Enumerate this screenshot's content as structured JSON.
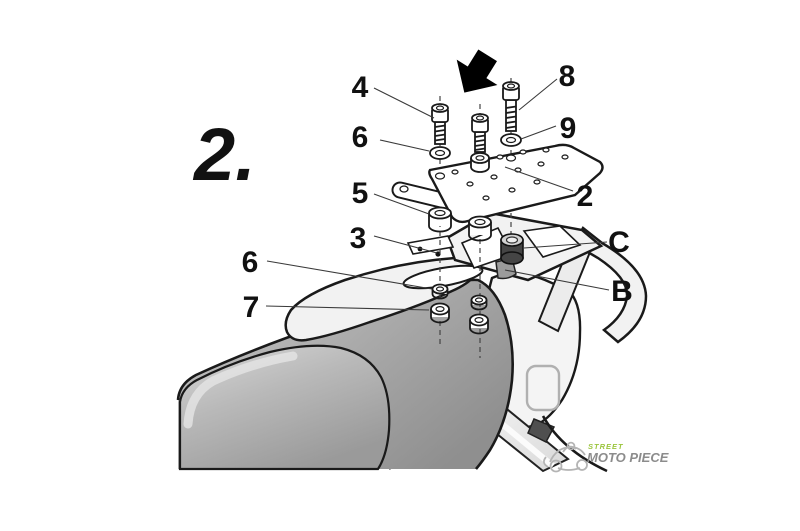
{
  "step_label": "2.",
  "callouts": [
    {
      "id": "part-4",
      "text": "4"
    },
    {
      "id": "part-6-top",
      "text": "6"
    },
    {
      "id": "part-5",
      "text": "5"
    },
    {
      "id": "part-3",
      "text": "3"
    },
    {
      "id": "part-6-seat",
      "text": "6"
    },
    {
      "id": "part-7",
      "text": "7"
    },
    {
      "id": "part-8",
      "text": "8"
    },
    {
      "id": "part-9",
      "text": "9"
    },
    {
      "id": "part-2",
      "text": "2"
    },
    {
      "id": "ref-C",
      "text": "C"
    },
    {
      "id": "ref-B",
      "text": "B"
    }
  ],
  "logo": {
    "line1": "STREET",
    "line2": "MOTO PIECE"
  },
  "colors": {
    "line": "#1a1a1a",
    "seat_gray": "#9e9e9e",
    "panel_gray": "#f2f2f2",
    "knob_dark": "#454545",
    "arrow_black": "#000000",
    "logo_green": "#9bc53d",
    "logo_gray": "#8c8c8c"
  }
}
